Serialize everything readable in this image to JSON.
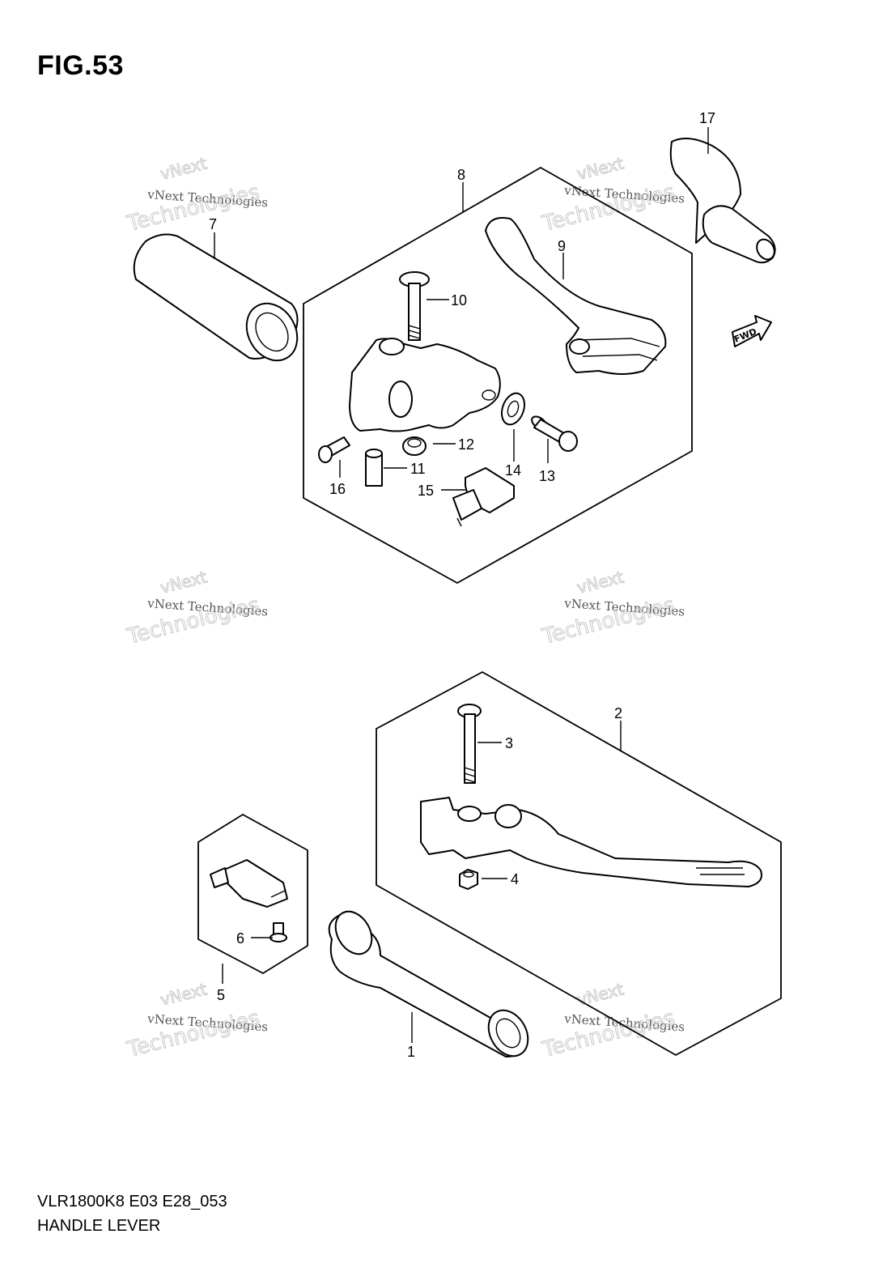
{
  "figure": {
    "title": "FIG.53",
    "model_code": "VLR1800K8 E03 E28_053",
    "caption": "HANDLE LEVER"
  },
  "direction_badge": "FWD",
  "watermark": {
    "line_small": "vNext Technologies",
    "line_top": "vNext",
    "line_big": "Technologies"
  },
  "callouts": [
    "1",
    "2",
    "3",
    "4",
    "5",
    "6",
    "7",
    "8",
    "9",
    "10",
    "11",
    "12",
    "13",
    "14",
    "15",
    "16",
    "17"
  ]
}
